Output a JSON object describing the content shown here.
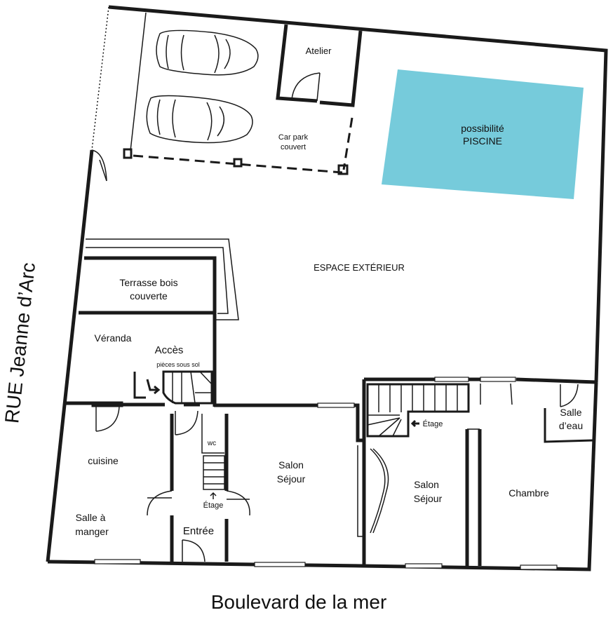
{
  "rooms": {
    "atelier": "Atelier",
    "car_park_line1": "Car park",
    "car_park_line2": "couvert",
    "pool_line1": "possibilité",
    "pool_line2": "PISCINE",
    "exterior": "ESPACE EXTÉRIEUR",
    "terrace_line1": "Terrasse bois",
    "terrace_line2": "couverte",
    "veranda": "Véranda",
    "acces": "Accès",
    "pieces_sous_sol": "pièces sous sol",
    "cuisine": "cuisine",
    "salle_line1": "Salle à",
    "salle_line2": "manger",
    "wc": "wc",
    "etage_up": "Étage",
    "entree": "Entrée",
    "salon1_line1": "Salon",
    "salon1_line2": "Séjour",
    "salon2_line1": "Salon",
    "salon2_line2": "Séjour",
    "etage_right": "Étage",
    "chambre": "Chambre",
    "salle_eau_line1": "Salle",
    "salle_eau_line2": "d’eau"
  },
  "streets": {
    "left": "RUE Jeanne d’Arc",
    "bottom": "Boulevard de la mer"
  },
  "colors": {
    "pool": "#76CBDB",
    "walls": "#1a1a1a"
  }
}
